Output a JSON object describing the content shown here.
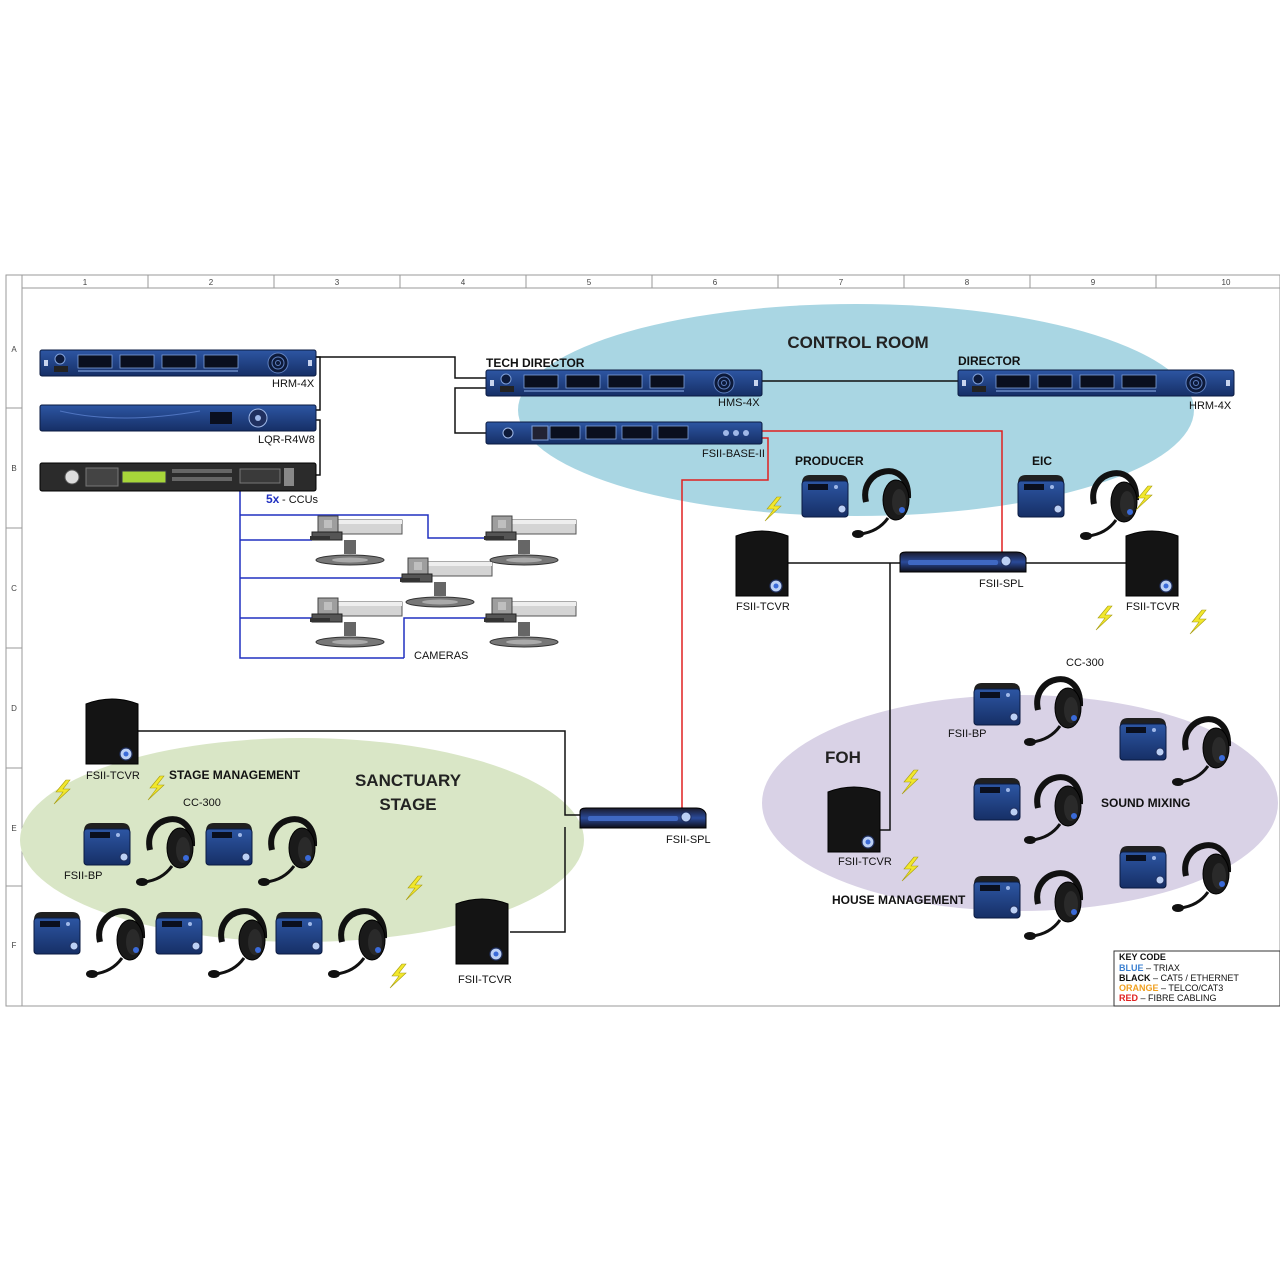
{
  "grid": {
    "columns": [
      "1",
      "2",
      "3",
      "4",
      "5",
      "6",
      "7",
      "8",
      "9",
      "10"
    ],
    "rows": [
      "A",
      "B",
      "C",
      "D",
      "E",
      "F"
    ]
  },
  "zones": {
    "control_room": "CONTROL ROOM",
    "sanctuary_line1": "SANCTUARY",
    "sanctuary_line2": "STAGE",
    "foh": "FOH"
  },
  "devices": {
    "hrm_left": "HRM-4X",
    "lqr": "LQR-R4W8",
    "ccu_count": "5x",
    "ccu_label": "- CCUs",
    "cameras": "CAMERAS",
    "tech_director": "TECH DIRECTOR",
    "hms": "HMS-4X",
    "base": "FSII-BASE-II",
    "director": "DIRECTOR",
    "hrm_right": "HRM-4X",
    "producer": "PRODUCER",
    "eic": "EIC",
    "tcvr_cr_left": "FSII-TCVR",
    "spl_cr": "FSII-SPL",
    "tcvr_cr_right": "FSII-TCVR",
    "cc300_foh": "CC-300",
    "bp_foh": "FSII-BP",
    "sound_mixing": "SOUND MIXING",
    "tcvr_foh": "FSII-TCVR",
    "house_management": "HOUSE MANAGEMENT",
    "tcvr_stage_top": "FSII-TCVR",
    "stage_management": "STAGE MANAGEMENT",
    "cc300_stage": "CC-300",
    "bp_stage": "FSII-BP",
    "spl_stage": "FSII-SPL",
    "tcvr_stage_bottom": "FSII-TCVR"
  },
  "key": {
    "title": "KEY CODE",
    "entries": [
      {
        "color_name": "BLUE",
        "desc": " – TRIAX",
        "color": "#3a7fd0"
      },
      {
        "color_name": "BLACK",
        "desc": " – CAT5 / ETHERNET",
        "color": "#111111"
      },
      {
        "color_name": "ORANGE",
        "desc": " – TELCO/CAT3",
        "color": "#f0a020"
      },
      {
        "color_name": "RED",
        "desc": " – FIBRE CABLING",
        "color": "#e02020"
      }
    ]
  },
  "colors": {
    "control_room_zone": "#a9d6e3",
    "stage_zone": "#d9e6c6",
    "foh_zone": "#d9d2e6",
    "triax": "#2030c0",
    "ethernet": "#111111",
    "fibre": "#e02020",
    "device_blue": "#1f3f82"
  }
}
